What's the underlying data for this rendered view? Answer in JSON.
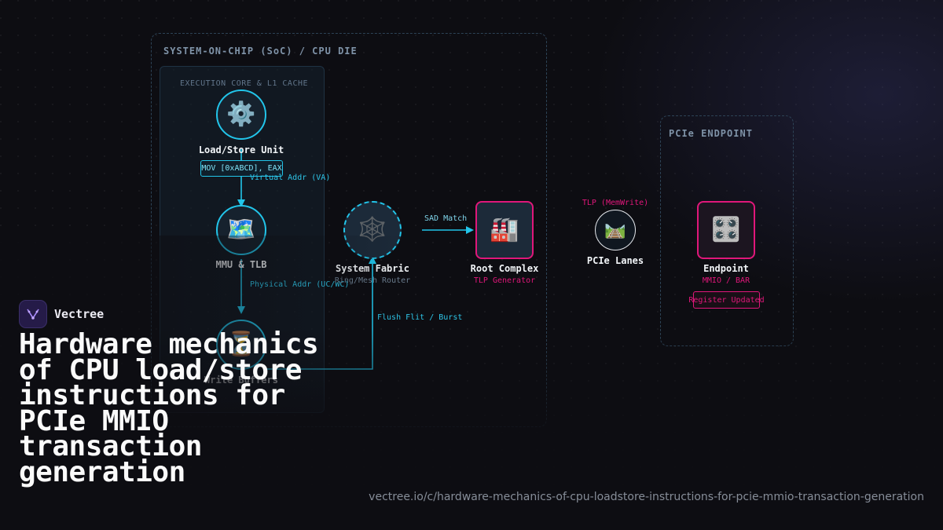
{
  "regions": {
    "soc_label": "SYSTEM-ON-CHIP (SoC) / CPU DIE",
    "core_label": "EXECUTION CORE & L1 CACHE",
    "endpoint_label": "PCIe ENDPOINT"
  },
  "nodes": {
    "lsu": {
      "icon": "⚙️",
      "icon_name": "gear-icon",
      "title": "Load/Store Unit",
      "tag": "MOV [0xABCD], EAX"
    },
    "mmu": {
      "icon": "🗺️",
      "icon_name": "map-icon",
      "title": "MMU & TLB"
    },
    "wb": {
      "icon": "⏳",
      "icon_name": "hourglass-icon",
      "title": "Write Buffers"
    },
    "fabric": {
      "icon": "🕸️",
      "icon_name": "spider-web-icon",
      "title": "System Fabric",
      "sub": "Ring/Mesh Router"
    },
    "rc": {
      "icon": "🏭",
      "icon_name": "factory-icon",
      "title": "Root Complex",
      "sub": "TLP Generator"
    },
    "lanes": {
      "icon": "🛤️",
      "icon_name": "railway-track-icon",
      "title": "PCIe Lanes",
      "top_label": "TLP (MemWrite)"
    },
    "endpoint": {
      "icon": "🎛️",
      "icon_name": "control-knobs-icon",
      "title": "Endpoint",
      "sub": "MMIO / BAR",
      "tag": "Register Updated"
    }
  },
  "edges": {
    "virtual_addr": "Virtual Addr (VA)",
    "physical_addr": "Physical Addr (UC/WC)",
    "flush": "Flush Flit / Burst",
    "sad_match": "SAD Match"
  },
  "colors": {
    "cyan": "#22c5ea",
    "magenta": "#e0177a",
    "region_border": "#2d4356"
  },
  "brand": {
    "name": "Vectree"
  },
  "headline": "Hardware mechanics of CPU load/store instructions for PCIe MMIO transaction generation",
  "url": "vectree.io/c/hardware-mechanics-of-cpu-loadstore-instructions-for-pcie-mmio-transaction-generation"
}
